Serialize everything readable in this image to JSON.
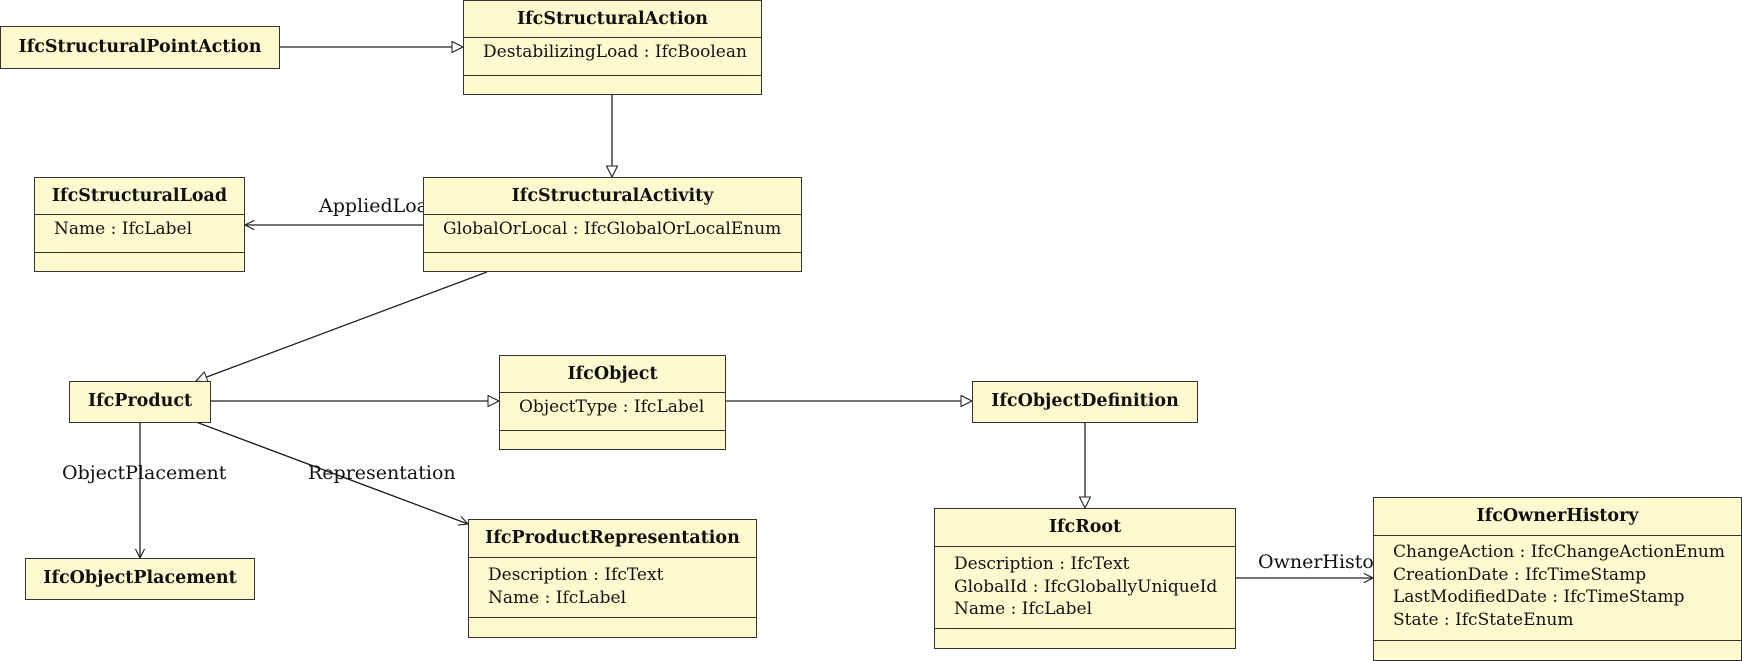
{
  "classes": {
    "IfcStructuralPointAction": {
      "name": "IfcStructuralPointAction",
      "attributes": []
    },
    "IfcStructuralAction": {
      "name": "IfcStructuralAction",
      "attributes": [
        "DestabilizingLoad : IfcBoolean"
      ]
    },
    "IfcStructuralLoad": {
      "name": "IfcStructuralLoad",
      "attributes": [
        "Name : IfcLabel"
      ]
    },
    "IfcStructuralActivity": {
      "name": "IfcStructuralActivity",
      "attributes": [
        "GlobalOrLocal : IfcGlobalOrLocalEnum"
      ]
    },
    "IfcProduct": {
      "name": "IfcProduct",
      "attributes": []
    },
    "IfcObject": {
      "name": "IfcObject",
      "attributes": [
        "ObjectType : IfcLabel"
      ]
    },
    "IfcObjectDefinition": {
      "name": "IfcObjectDefinition",
      "attributes": []
    },
    "IfcObjectPlacement": {
      "name": "IfcObjectPlacement",
      "attributes": []
    },
    "IfcProductRepresentation": {
      "name": "IfcProductRepresentation",
      "attributes": [
        "Description : IfcText",
        "Name : IfcLabel"
      ]
    },
    "IfcRoot": {
      "name": "IfcRoot",
      "attributes": [
        "Description : IfcText",
        "GlobalId : IfcGloballyUniqueId",
        "Name : IfcLabel"
      ]
    },
    "IfcOwnerHistory": {
      "name": "IfcOwnerHistory",
      "attributes": [
        "ChangeAction : IfcChangeActionEnum",
        "CreationDate : IfcTimeStamp",
        "LastModifiedDate : IfcTimeStamp",
        "State : IfcStateEnum"
      ]
    }
  },
  "associations": {
    "applied_load": "AppliedLoad",
    "object_placement": "ObjectPlacement",
    "representation": "Representation",
    "owner_history": "OwnerHistory"
  },
  "colors": {
    "class_fill": "#fff9d0",
    "stroke": "#333333"
  }
}
